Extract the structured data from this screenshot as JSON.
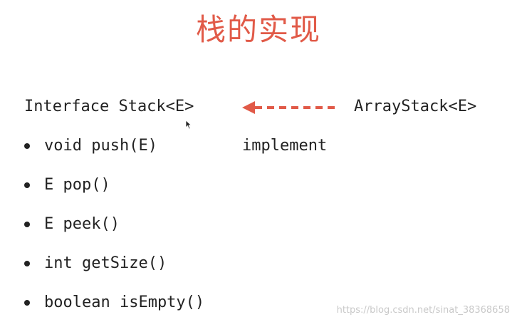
{
  "slide": {
    "title": "栈的实现",
    "interface_line": "Interface Stack<E>",
    "implementing_class": "ArrayStack<E>",
    "relation_label": "implement",
    "methods": [
      "void push(E)",
      "E pop()",
      "E peek()",
      "int getSize()",
      "boolean isEmpty()"
    ],
    "accent_color": "#e15a48",
    "arrow_icon": "dashed-left-arrow-icon"
  },
  "watermark": {
    "text": "https://blog.csdn.net/sinat_38368658"
  }
}
